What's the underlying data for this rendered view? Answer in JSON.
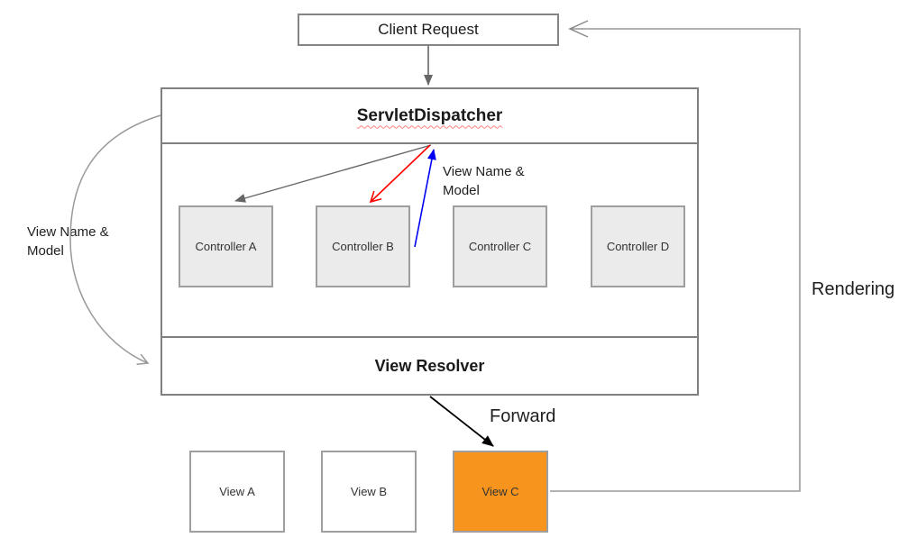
{
  "nodes": {
    "client_request": "Client Request",
    "dispatcher": "ServletDispatcher",
    "view_resolver": "View Resolver",
    "controllers": [
      "Controller A",
      "Controller B",
      "Controller C",
      "Controller D"
    ],
    "views": [
      "View A",
      "View B",
      "View C"
    ]
  },
  "labels": {
    "view_name_model_left": "View Name &\nModel",
    "view_name_model_right": "View Name &\nModel",
    "forward": "Forward",
    "rendering": "Rendering"
  },
  "colors": {
    "view_c_fill": "#F7941E",
    "controller_fill": "#EBEBEB",
    "box_border": "#808080",
    "red_arrow": "#FF0000",
    "blue_arrow": "#0000FF",
    "black_arrow": "#000000",
    "gray_arrow": "#666666",
    "light_connector": "#999999",
    "spellcheck_squiggle": "#FF8080"
  }
}
